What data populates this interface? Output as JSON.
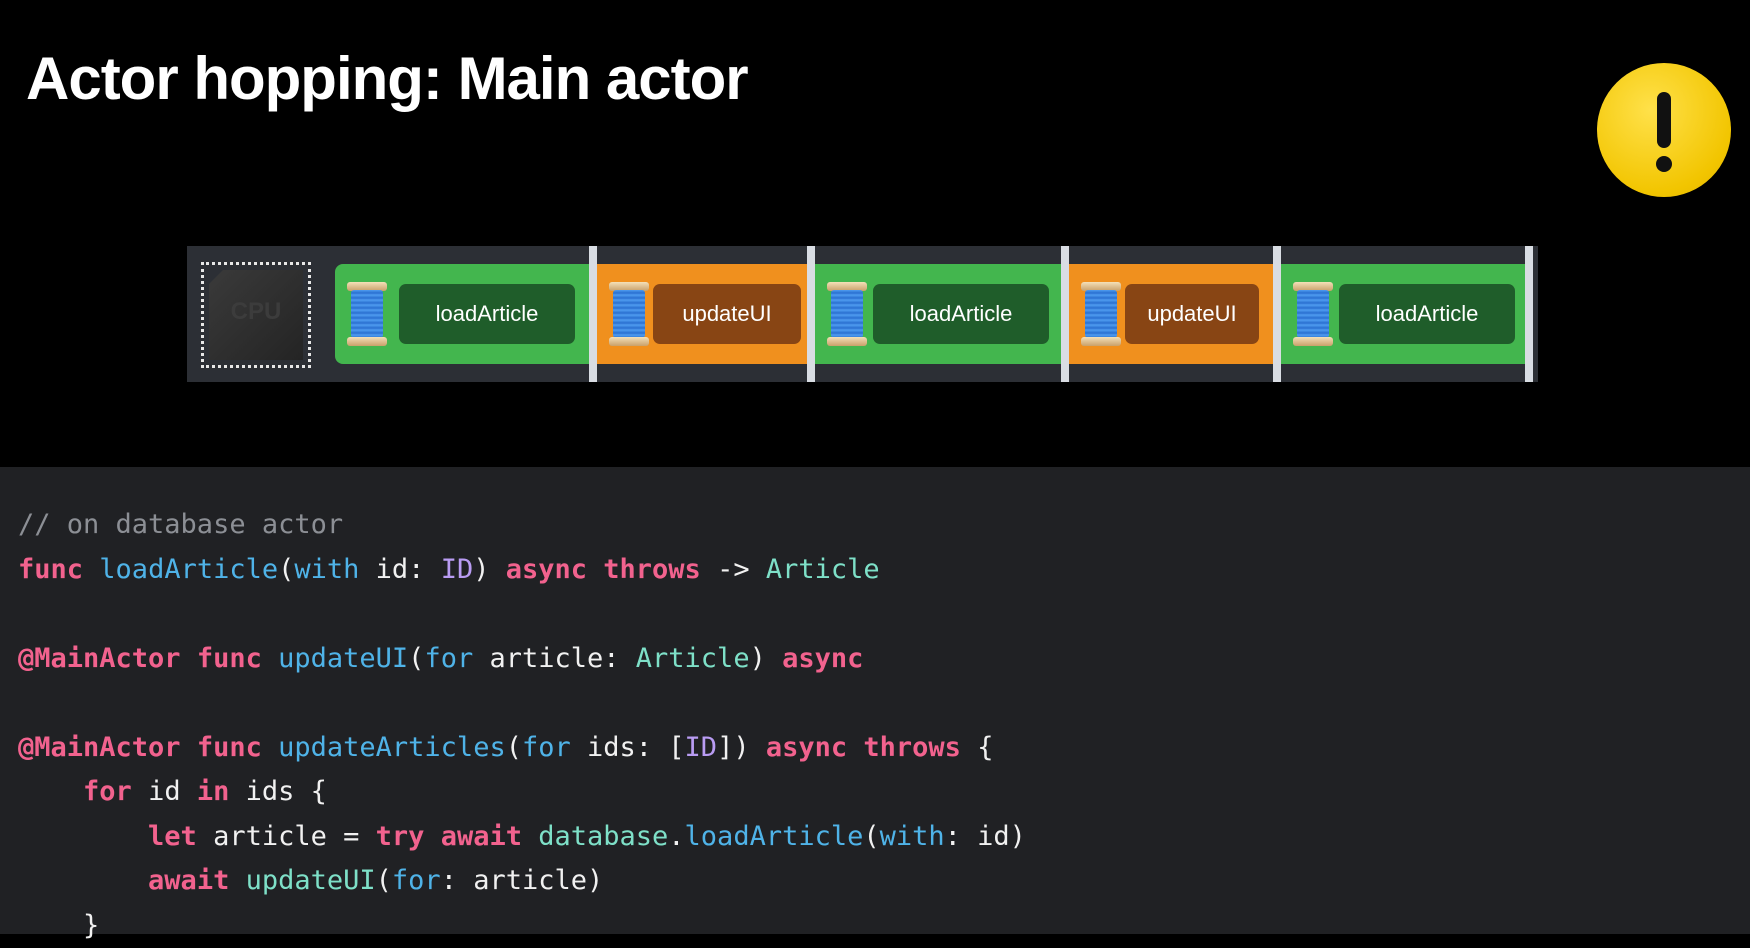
{
  "slide": {
    "title": "Actor hopping: Main actor",
    "warning_icon": "exclamation-warning-icon",
    "colors": {
      "background": "#000000",
      "green": "#43b64e",
      "orange": "#f0901e",
      "warning": "#f2c500"
    }
  },
  "timeline": {
    "cpu_label": "CPU",
    "segments": [
      {
        "label": "loadArticle",
        "color": "green",
        "icon": "thread-spool-icon"
      },
      {
        "label": "updateUI",
        "color": "orange",
        "icon": "thread-spool-icon"
      },
      {
        "label": "loadArticle",
        "color": "green",
        "icon": "thread-spool-icon"
      },
      {
        "label": "updateUI",
        "color": "orange",
        "icon": "thread-spool-icon"
      },
      {
        "label": "loadArticle",
        "color": "green",
        "icon": "thread-spool-icon"
      }
    ]
  },
  "code": {
    "lines": [
      [
        {
          "t": "// on database actor",
          "c": "comment"
        }
      ],
      [
        {
          "t": "func",
          "c": "kw"
        },
        {
          "t": " ",
          "c": "plain"
        },
        {
          "t": "loadArticle",
          "c": "fn"
        },
        {
          "t": "(",
          "c": "plain"
        },
        {
          "t": "with",
          "c": "param"
        },
        {
          "t": " id: ",
          "c": "plain"
        },
        {
          "t": "ID",
          "c": "id"
        },
        {
          "t": ") ",
          "c": "plain"
        },
        {
          "t": "async",
          "c": "kw"
        },
        {
          "t": " ",
          "c": "plain"
        },
        {
          "t": "throws",
          "c": "kw"
        },
        {
          "t": " -> ",
          "c": "plain"
        },
        {
          "t": "Article",
          "c": "type"
        }
      ],
      [],
      [
        {
          "t": "@MainActor",
          "c": "kw"
        },
        {
          "t": " ",
          "c": "plain"
        },
        {
          "t": "func",
          "c": "kw"
        },
        {
          "t": " ",
          "c": "plain"
        },
        {
          "t": "updateUI",
          "c": "fn"
        },
        {
          "t": "(",
          "c": "plain"
        },
        {
          "t": "for",
          "c": "param"
        },
        {
          "t": " article: ",
          "c": "plain"
        },
        {
          "t": "Article",
          "c": "type"
        },
        {
          "t": ") ",
          "c": "plain"
        },
        {
          "t": "async",
          "c": "kw"
        }
      ],
      [],
      [
        {
          "t": "@MainActor",
          "c": "kw"
        },
        {
          "t": " ",
          "c": "plain"
        },
        {
          "t": "func",
          "c": "kw"
        },
        {
          "t": " ",
          "c": "plain"
        },
        {
          "t": "updateArticles",
          "c": "fn"
        },
        {
          "t": "(",
          "c": "plain"
        },
        {
          "t": "for",
          "c": "param"
        },
        {
          "t": " ids: [",
          "c": "plain"
        },
        {
          "t": "ID",
          "c": "id"
        },
        {
          "t": "]) ",
          "c": "plain"
        },
        {
          "t": "async",
          "c": "kw"
        },
        {
          "t": " ",
          "c": "plain"
        },
        {
          "t": "throws",
          "c": "kw"
        },
        {
          "t": " {",
          "c": "plain"
        }
      ],
      [
        {
          "t": "    ",
          "c": "plain"
        },
        {
          "t": "for",
          "c": "kw"
        },
        {
          "t": " id ",
          "c": "plain"
        },
        {
          "t": "in",
          "c": "kw"
        },
        {
          "t": " ids {",
          "c": "plain"
        }
      ],
      [
        {
          "t": "        ",
          "c": "plain"
        },
        {
          "t": "let",
          "c": "kw"
        },
        {
          "t": " article = ",
          "c": "plain"
        },
        {
          "t": "try",
          "c": "kw"
        },
        {
          "t": " ",
          "c": "plain"
        },
        {
          "t": "await",
          "c": "kw"
        },
        {
          "t": " ",
          "c": "plain"
        },
        {
          "t": "database",
          "c": "type"
        },
        {
          "t": ".",
          "c": "plain"
        },
        {
          "t": "loadArticle",
          "c": "fn"
        },
        {
          "t": "(",
          "c": "plain"
        },
        {
          "t": "with",
          "c": "param"
        },
        {
          "t": ": id)",
          "c": "plain"
        }
      ],
      [
        {
          "t": "        ",
          "c": "plain"
        },
        {
          "t": "await",
          "c": "kw"
        },
        {
          "t": " ",
          "c": "plain"
        },
        {
          "t": "updateUI",
          "c": "type"
        },
        {
          "t": "(",
          "c": "plain"
        },
        {
          "t": "for",
          "c": "param"
        },
        {
          "t": ": article)",
          "c": "plain"
        }
      ],
      [
        {
          "t": "    }",
          "c": "plain"
        }
      ]
    ]
  }
}
